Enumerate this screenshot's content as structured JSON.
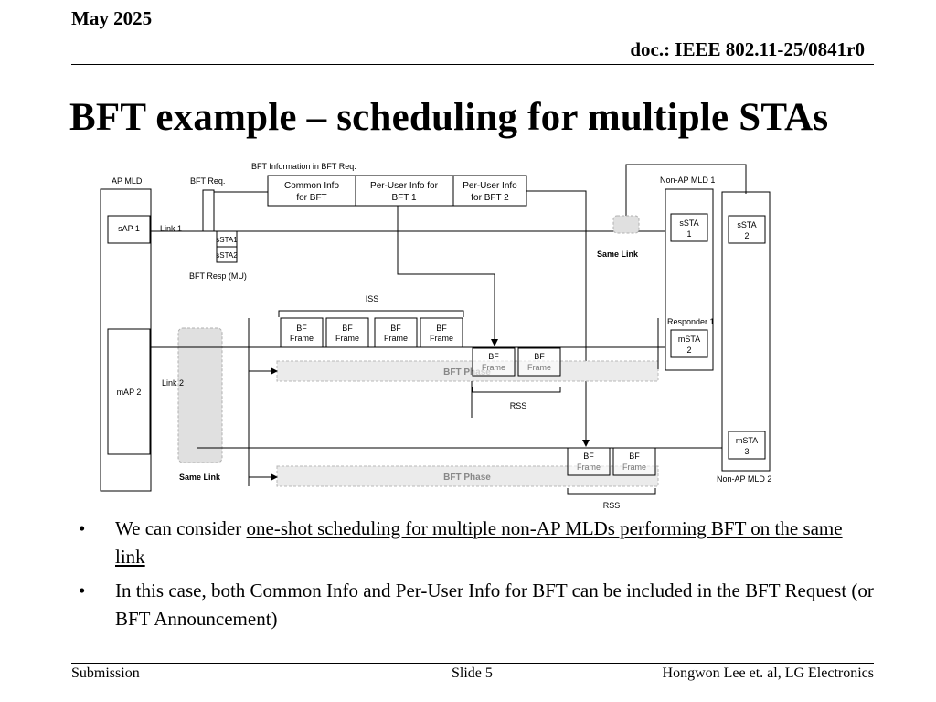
{
  "header": {
    "date": "May 2025",
    "doc": "doc.: IEEE 802.11-25/0841r0"
  },
  "title": "BFT example – scheduling for multiple STAs",
  "diagram": {
    "ap_mld": "AP MLD",
    "sap1": "sAP 1",
    "map2": "mAP 2",
    "link1": "Link 1",
    "link2": "Link 2",
    "bft_req": "BFT Req.",
    "bft_info": "BFT Information in BFT Req.",
    "common_info": [
      "Common Info",
      "for BFT"
    ],
    "per_user1": [
      "Per-User Info for",
      "BFT 1"
    ],
    "per_user2": [
      "Per-User Info",
      "for BFT 2"
    ],
    "ssta1_small": "sSTA1",
    "ssta2_small": "sSTA2",
    "bft_resp": "BFT Resp (MU)",
    "iss": "ISS",
    "bf_frame": [
      "BF",
      "Frame"
    ],
    "bft_phase": "BFT Phase",
    "rss": "RSS",
    "same_link": "Same Link",
    "non_ap_mld1": "Non-AP MLD 1",
    "non_ap_mld2": "Non-AP MLD 2",
    "ssta1": [
      "sSTA",
      "1"
    ],
    "ssta2": [
      "sSTA",
      "2"
    ],
    "responder1": "Responder 1",
    "msta2": [
      "mSTA",
      "2"
    ],
    "msta3": [
      "mSTA",
      "3"
    ]
  },
  "bullets": [
    {
      "pre": "We can consider ",
      "underlined": "one-shot scheduling for multiple non-AP MLDs performing BFT on the same link",
      "post": ""
    },
    {
      "pre": "In this case, both Common Info and Per-User Info for BFT can be included in the BFT Request (or BFT Announcement)",
      "underlined": "",
      "post": ""
    }
  ],
  "footer": {
    "left": "Submission",
    "center": "Slide 5",
    "right": "Hongwon Lee et. al, LG Electronics"
  },
  "bullet_glyph": "•"
}
